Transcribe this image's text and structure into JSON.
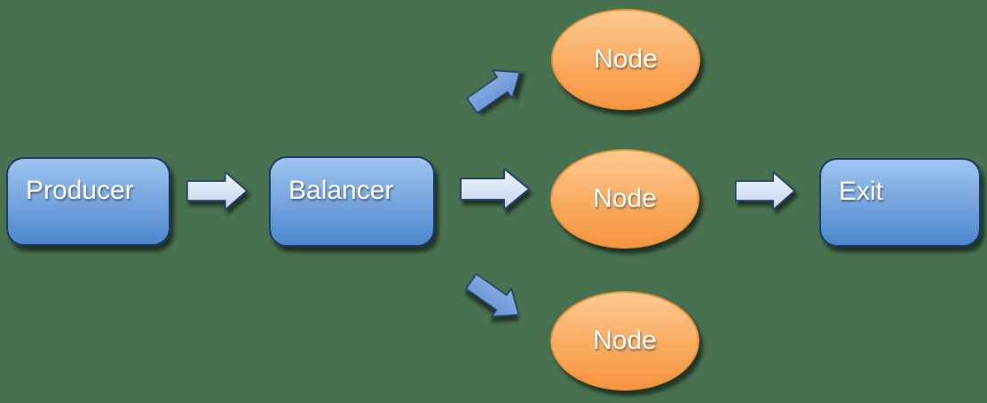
{
  "diagram": {
    "type": "flow-diagram",
    "background_color": "#47714F",
    "nodes": [
      {
        "id": "producer",
        "label": "Producer",
        "shape": "rounded-rectangle",
        "fill": "blue-gradient"
      },
      {
        "id": "balancer",
        "label": "Balancer",
        "shape": "rounded-rectangle",
        "fill": "blue-gradient"
      },
      {
        "id": "node-top",
        "label": "Node",
        "shape": "ellipse",
        "fill": "orange-gradient"
      },
      {
        "id": "node-middle",
        "label": "Node",
        "shape": "ellipse",
        "fill": "orange-gradient"
      },
      {
        "id": "node-bottom",
        "label": "Node",
        "shape": "ellipse",
        "fill": "orange-gradient"
      },
      {
        "id": "exit",
        "label": "Exit",
        "shape": "rounded-rectangle",
        "fill": "blue-gradient"
      }
    ],
    "connectors": [
      {
        "from": "producer",
        "to": "balancer",
        "style": "light-horizontal-arrow"
      },
      {
        "from": "balancer",
        "to": "node-top",
        "style": "blue-diagonal-up-arrow"
      },
      {
        "from": "balancer",
        "to": "node-middle",
        "style": "light-horizontal-arrow"
      },
      {
        "from": "balancer",
        "to": "node-bottom",
        "style": "blue-diagonal-down-arrow"
      },
      {
        "from": "node-middle",
        "to": "exit",
        "style": "light-horizontal-arrow"
      }
    ],
    "colors": {
      "box_gradient_top": "#9ec5f1",
      "box_gradient_bottom": "#4e86ce",
      "box_border": "#1d3a66",
      "ellipse_gradient_top": "#fcca92",
      "ellipse_gradient_bottom": "#f79440",
      "ellipse_border": "#ea9339",
      "light_arrow_top": "#f2f6fc",
      "light_arrow_bottom": "#c3d3ee",
      "blue_arrow_top": "#8fb0e2",
      "blue_arrow_bottom": "#6392d4",
      "arrow_outline": "#27436b",
      "label_text": "#ffffff"
    }
  }
}
